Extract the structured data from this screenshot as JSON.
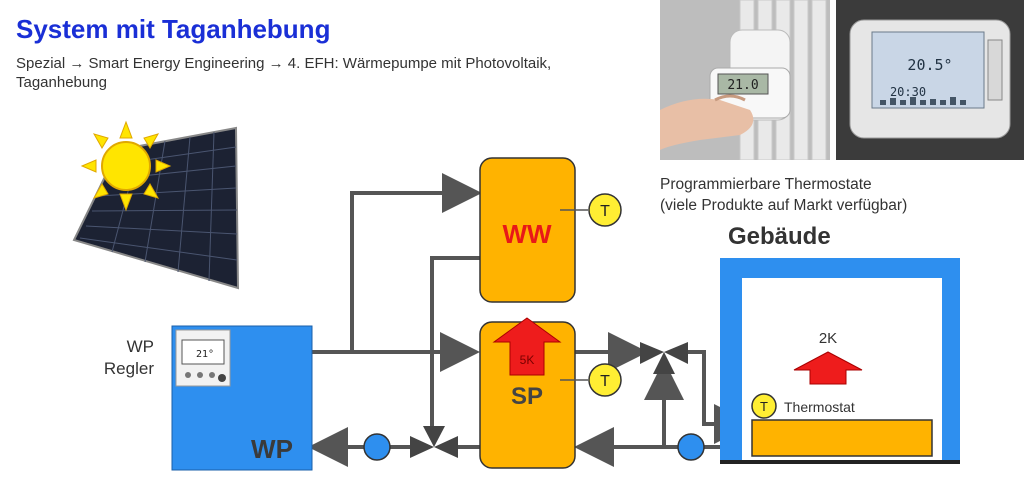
{
  "title": "System mit Taganhebung",
  "subtitle_line1": "Spezial → Smart Energy Engineering → 4. EFH: Wärmepumpe mit Photovoltaik,",
  "subtitle_line2": "Taganhebung",
  "caption_line1": "Programmierbare Thermostate",
  "caption_line2": "(viele Produkte auf Markt verfügbar)",
  "building_label": "Gebäude",
  "wp_regler_line1": "WP",
  "wp_regler_line2": "Regler",
  "heat_pump_label": "WP",
  "ww_label": "WW",
  "sp_label": "SP",
  "sp_delta_label": "5K",
  "room_delta_label": "2K",
  "sensor_label": "T",
  "thermostat_label": "Thermostat",
  "regler_display": "21°",
  "thermostat_photo_1_display": "21.0",
  "thermostat_photo_2_temp": "20.5°",
  "thermostat_photo_2_time": "20:30",
  "colors": {
    "title": "#1a2fd6",
    "tank": "#ffb300",
    "heat_pump": "#2e8fef",
    "building_wall": "#2e8fef",
    "arrow": "#ee1c1c",
    "ww_text": "#e81818",
    "sensor": "#ffee33",
    "pipe": "#555555"
  }
}
